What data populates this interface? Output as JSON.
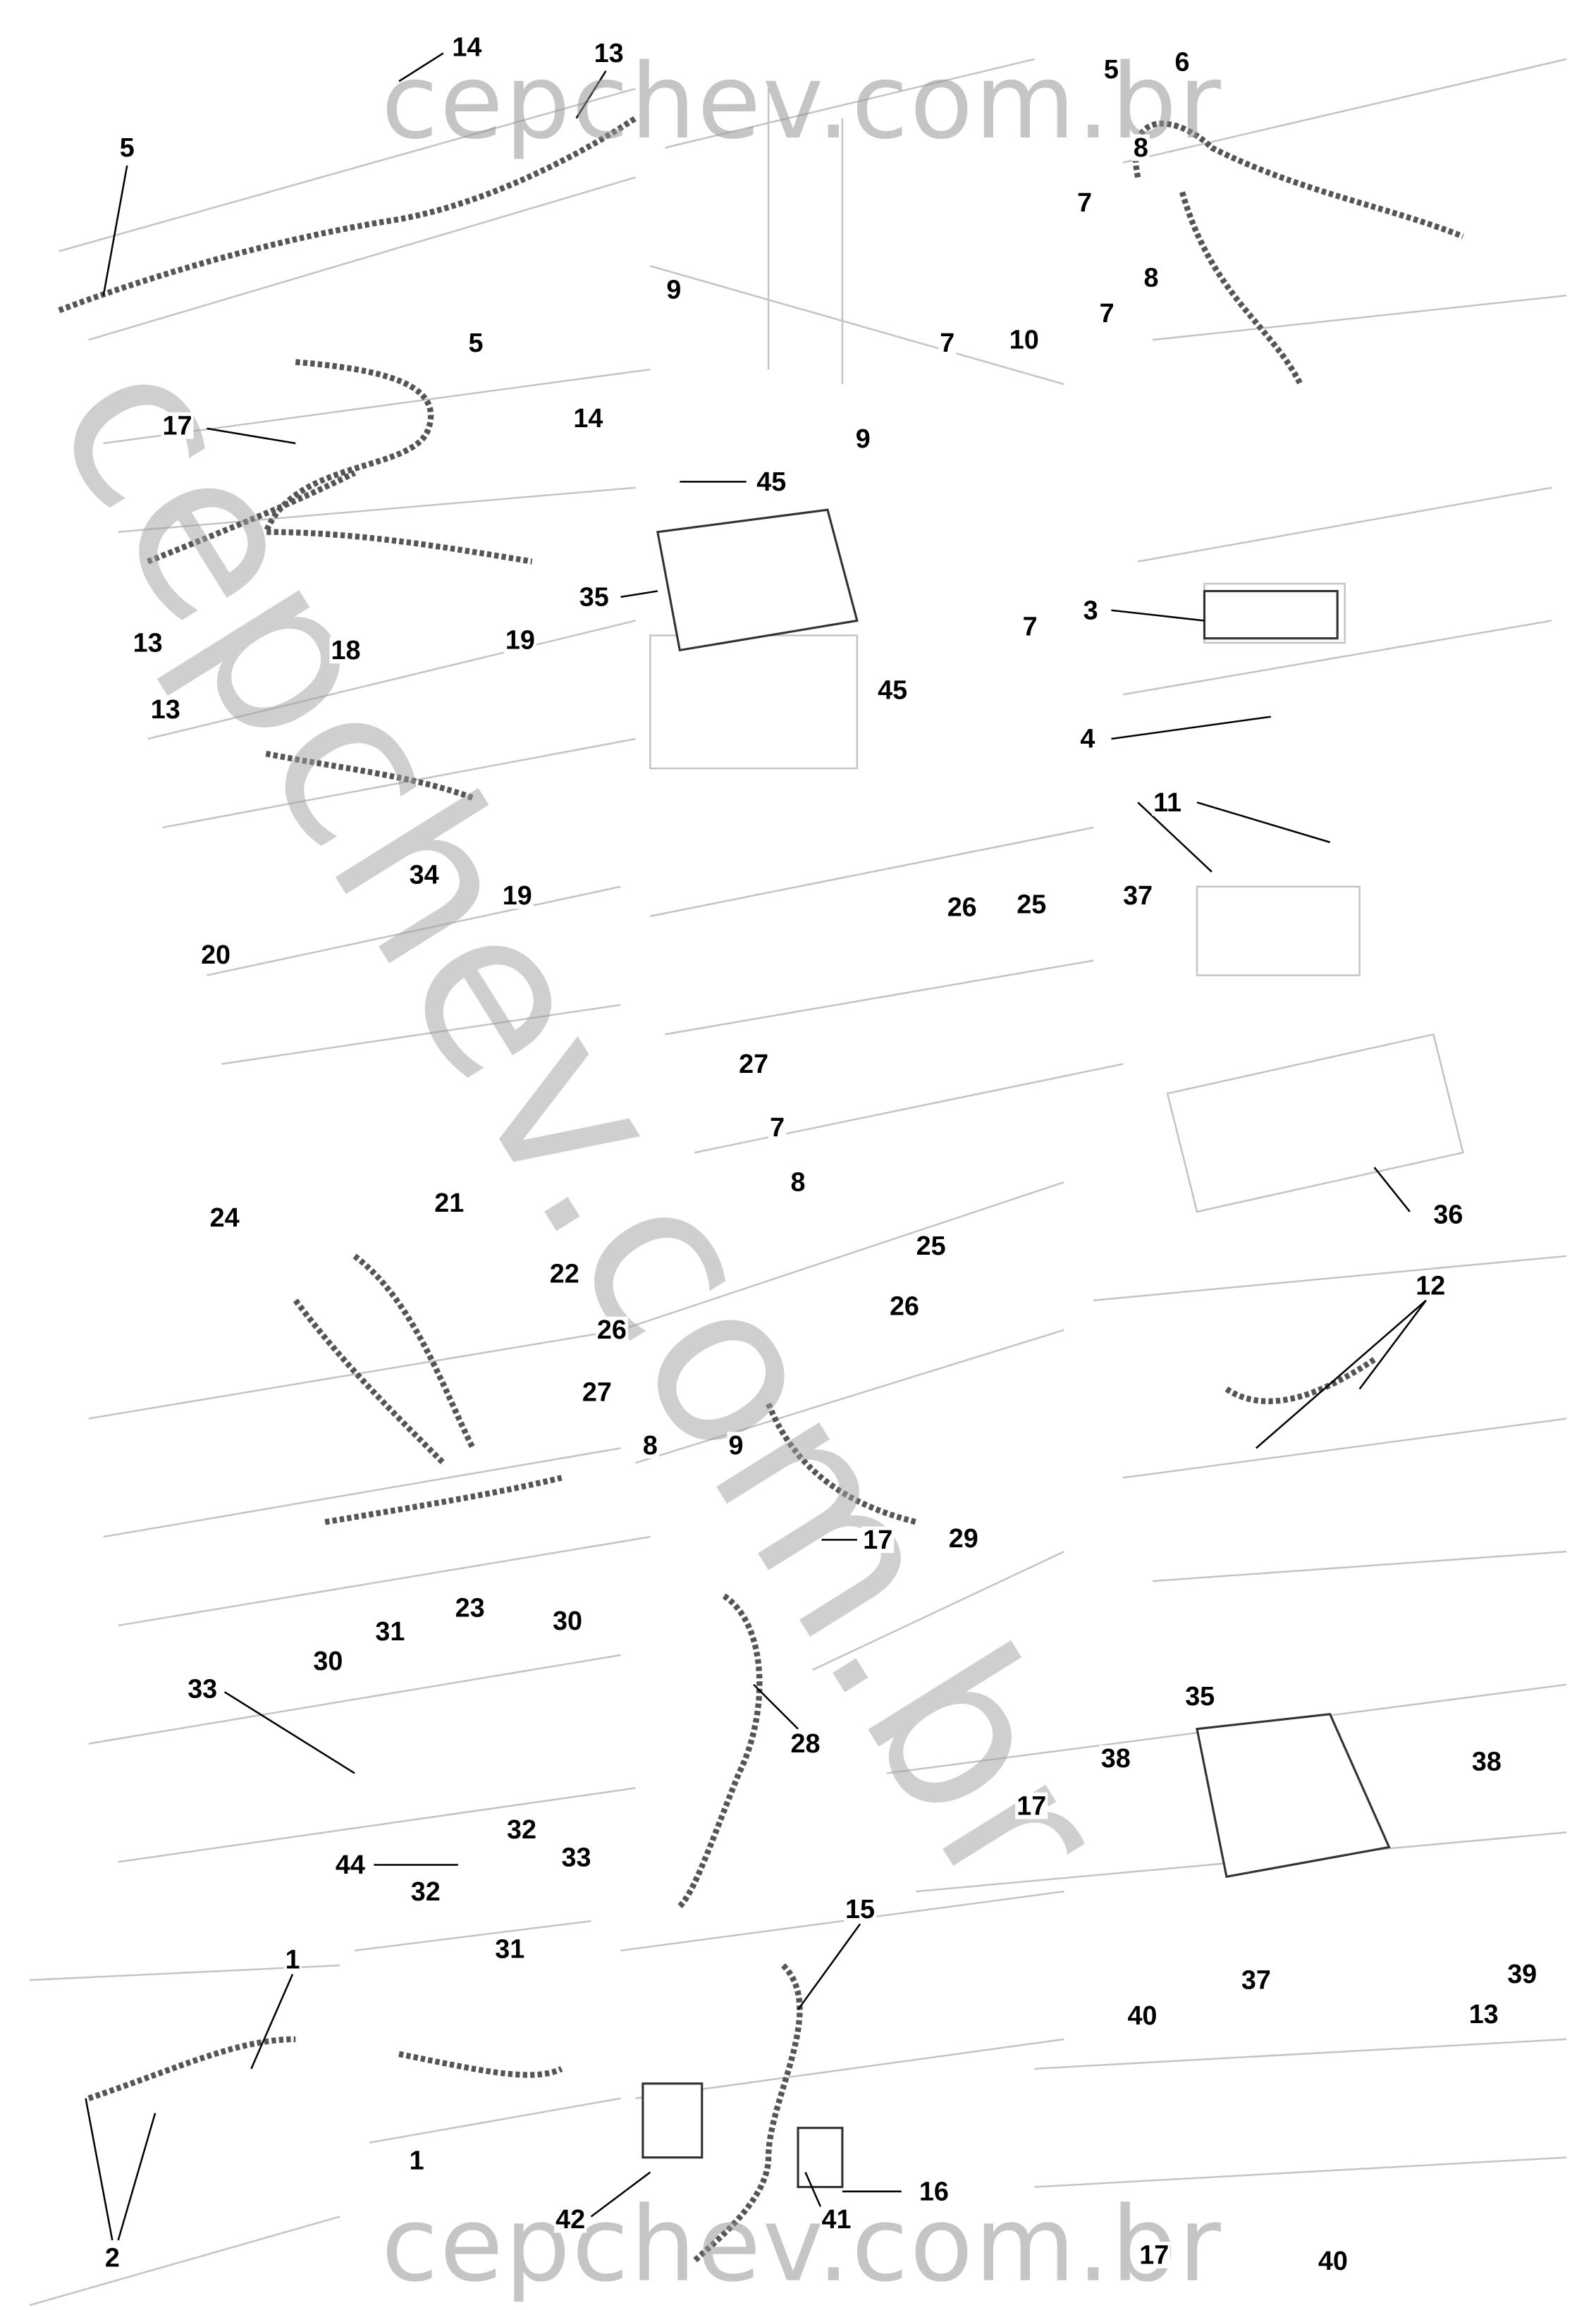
{
  "watermark": {
    "top": "cepchev.com.br",
    "bottom": "cepchev.com.br",
    "diagonal": "cepchev.com.br"
  },
  "colors": {
    "line_art": "#bdbdbd",
    "harness": "#555555",
    "callout": "#000000",
    "watermark": "#969696"
  },
  "callouts": [
    "14",
    "13",
    "5",
    "5",
    "6",
    "7",
    "8",
    "9",
    "10",
    "7",
    "8",
    "7",
    "5",
    "17",
    "14",
    "45",
    "9",
    "35",
    "45",
    "7",
    "13",
    "3",
    "4",
    "13",
    "18",
    "19",
    "34",
    "11",
    "37",
    "19",
    "20",
    "26",
    "25",
    "27",
    "7",
    "8",
    "36",
    "24",
    "21",
    "22",
    "25",
    "26",
    "26",
    "27",
    "8",
    "9",
    "12",
    "17",
    "29",
    "23",
    "31",
    "30",
    "30",
    "33",
    "28",
    "35",
    "38",
    "38",
    "32",
    "33",
    "44",
    "17",
    "32",
    "31",
    "37",
    "39",
    "13",
    "15",
    "1",
    "40",
    "1",
    "16",
    "42",
    "41",
    "2",
    "17",
    "40"
  ]
}
